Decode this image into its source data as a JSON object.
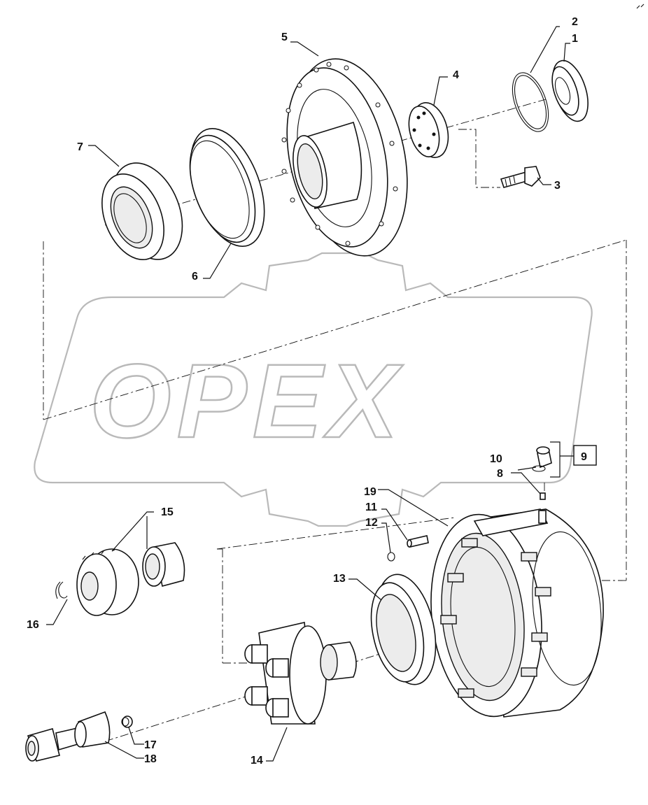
{
  "diagram": {
    "watermark": "OPEX",
    "callouts": {
      "c1": "1",
      "c2": "2",
      "c3": "3",
      "c4": "4",
      "c5": "5",
      "c6": "6",
      "c7": "7",
      "c8": "8",
      "c9": "9",
      "c10": "10",
      "c11": "11",
      "c12": "12",
      "c13": "13",
      "c14": "14",
      "c15": "15",
      "c16": "16",
      "c17": "17",
      "c18": "18",
      "c19": "19"
    }
  }
}
